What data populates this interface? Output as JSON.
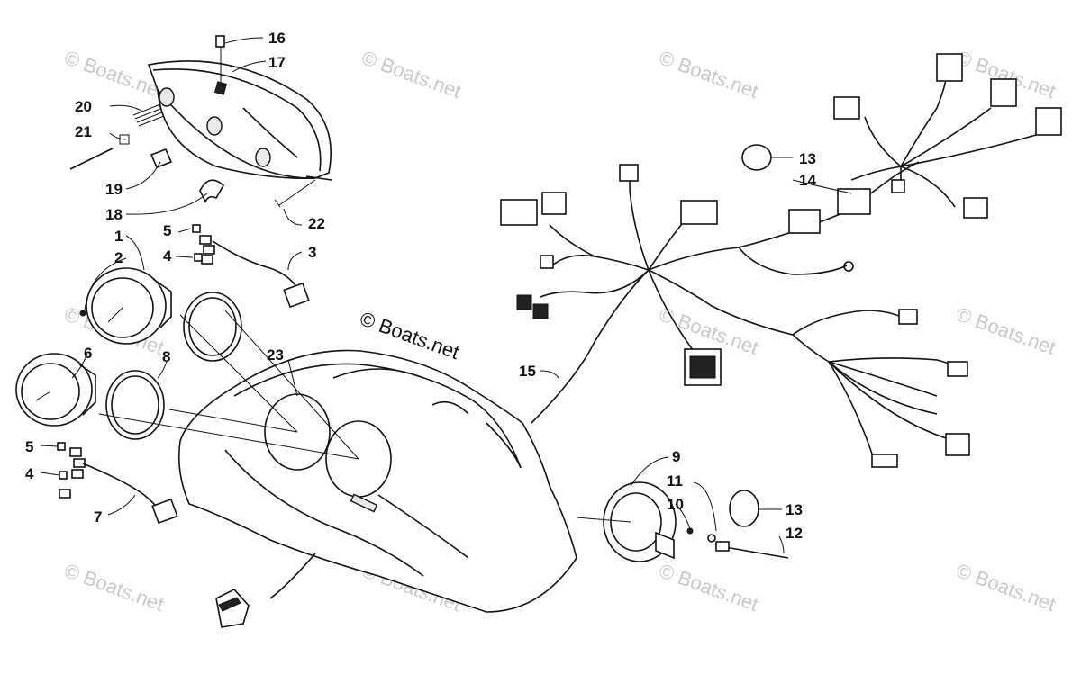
{
  "watermark": {
    "text": "© Boats.net",
    "center_text": "© Boats.net"
  },
  "callouts": {
    "c1": "1",
    "c2": "2",
    "c3": "3",
    "c4a": "4",
    "c4b": "4",
    "c5a": "5",
    "c5b": "5",
    "c6": "6",
    "c7": "7",
    "c8": "8",
    "c9": "9",
    "c10": "10",
    "c11": "11",
    "c12": "12",
    "c13a": "13",
    "c13b": "13",
    "c14": "14",
    "c15": "15",
    "c16": "16",
    "c17": "17",
    "c18": "18",
    "c19": "19",
    "c20": "20",
    "c21": "21",
    "c22": "22",
    "c23": "23"
  },
  "colors": {
    "ink": "#111111",
    "watermark": "#c9c9c9",
    "background": "#ffffff"
  }
}
